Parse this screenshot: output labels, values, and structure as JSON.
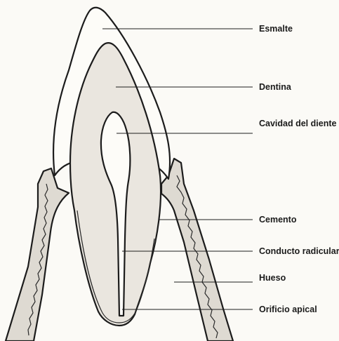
{
  "labels": {
    "esmalte": "Esmalte",
    "dentina": "Dentina",
    "cavidad": "Cavidad del diente",
    "cemento": "Cemento",
    "conducto": "Conducto radicular",
    "hueso": "Hueso",
    "orificio": "Orificio apical"
  },
  "colors": {
    "background": "#fbfaf6",
    "enamel": "#fdfcf8",
    "dentin": "#eae6df",
    "bone": "#dedad2",
    "outline": "#1c1c1c"
  }
}
